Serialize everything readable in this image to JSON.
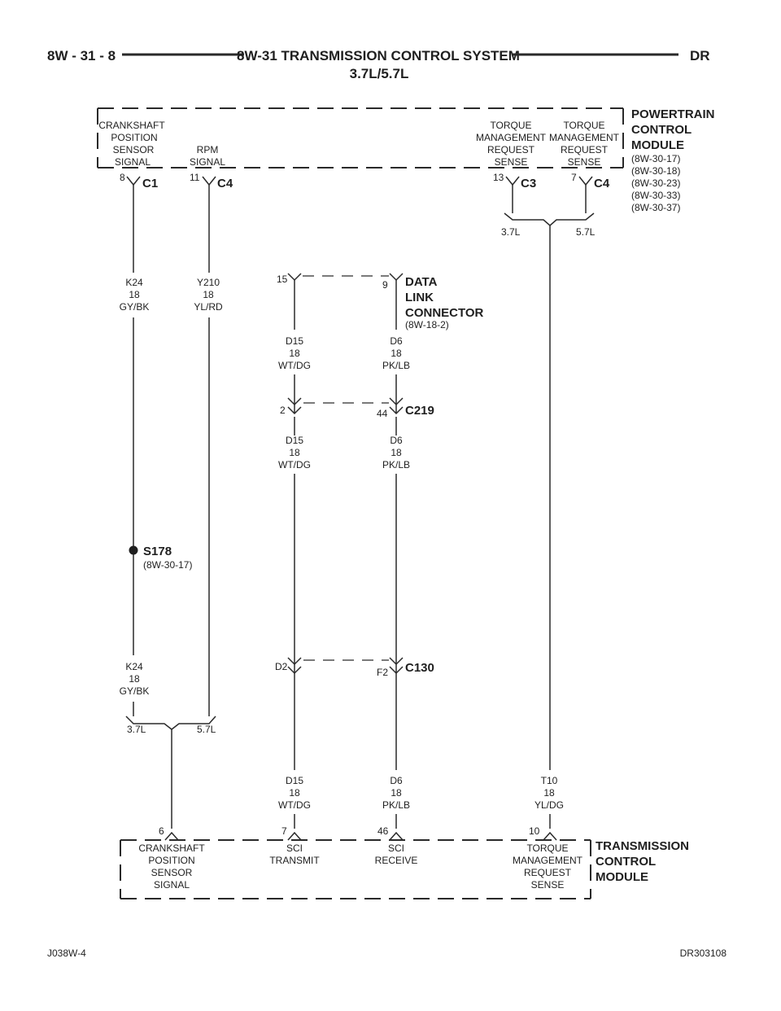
{
  "header": {
    "left": "8W - 31 - 8",
    "title_line1": "8W-31 TRANSMISSION CONTROL SYSTEM",
    "title_line2": "3.7L/5.7L",
    "right": "DR"
  },
  "pcm": {
    "name_lines": [
      "POWERTRAIN",
      "CONTROL",
      "MODULE"
    ],
    "refs": [
      "(8W-30-17)",
      "(8W-30-18)",
      "(8W-30-23)",
      "(8W-30-33)",
      "(8W-30-37)"
    ],
    "pins": [
      {
        "label_lines": [
          "CRANKSHAFT",
          "POSITION",
          "SENSOR",
          "SIGNAL"
        ],
        "pin": "8",
        "connector": "C1"
      },
      {
        "label_lines": [
          "RPM",
          "SIGNAL"
        ],
        "pin": "11",
        "connector": "C4"
      },
      {
        "label_lines": [
          "TORQUE",
          "MANAGEMENT",
          "REQUEST",
          "SENSE"
        ],
        "pin": "13",
        "connector": "C3"
      },
      {
        "label_lines": [
          "TORQUE",
          "MANAGEMENT",
          "REQUEST",
          "SENSE"
        ],
        "pin": "7",
        "connector": "C4"
      }
    ]
  },
  "tcm": {
    "name_lines": [
      "TRANSMISSION",
      "CONTROL",
      "MODULE"
    ],
    "pins": [
      {
        "label_lines": [
          "CRANKSHAFT",
          "POSITION",
          "SENSOR",
          "SIGNAL"
        ],
        "pin": "6"
      },
      {
        "label_lines": [
          "SCI",
          "TRANSMIT"
        ],
        "pin": "7"
      },
      {
        "label_lines": [
          "SCI",
          "RECEIVE"
        ],
        "pin": "46"
      },
      {
        "label_lines": [
          "TORQUE",
          "MANAGEMENT",
          "REQUEST",
          "SENSE"
        ],
        "pin": "10"
      }
    ]
  },
  "dlc": {
    "name_lines": [
      "DATA",
      "LINK",
      "CONNECTOR"
    ],
    "ref": "(8W-18-2)",
    "pin_left": "15",
    "pin_right": "9"
  },
  "connectors": {
    "c219": {
      "name": "C219",
      "pin_left": "2",
      "pin_right": "44"
    },
    "c130": {
      "name": "C130",
      "pin_left": "D2",
      "pin_right": "F2"
    }
  },
  "splice": {
    "name": "S178",
    "ref": "(8W-30-17)"
  },
  "engine_options": {
    "left": "3.7L",
    "right": "5.7L"
  },
  "wires": {
    "k24_top": [
      "K24",
      "18",
      "GY/BK"
    ],
    "y210": [
      "Y210",
      "18",
      "YL/RD"
    ],
    "k24_bottom": [
      "K24",
      "18",
      "GY/BK"
    ],
    "d15_1": [
      "D15",
      "18",
      "WT/DG"
    ],
    "d6_1": [
      "D6",
      "18",
      "PK/LB"
    ],
    "d15_2": [
      "D15",
      "18",
      "WT/DG"
    ],
    "d6_2": [
      "D6",
      "18",
      "PK/LB"
    ],
    "d15_3": [
      "D15",
      "18",
      "WT/DG"
    ],
    "d6_3": [
      "D6",
      "18",
      "PK/LB"
    ],
    "t10": [
      "T10",
      "18",
      "YL/DG"
    ]
  },
  "footer": {
    "left": "J038W-4",
    "right": "DR303108"
  }
}
